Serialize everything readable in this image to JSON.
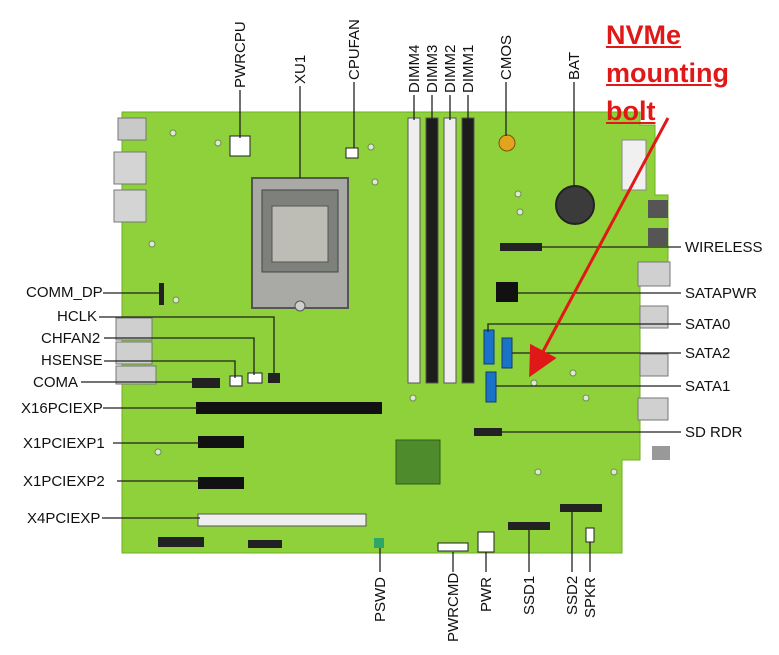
{
  "callout": {
    "lines": [
      "NVMe",
      "mounting",
      "bolt"
    ],
    "color": "#e01818"
  },
  "board_color": "#8ed13a",
  "left_labels": {
    "comm_dp": "COMM_DP",
    "hclk": "HCLK",
    "chfan2": "CHFAN2",
    "hsense": "HSENSE",
    "coma": "COMA",
    "x16pciexp": "X16PCIEXP",
    "x1pciexp1": "X1PCIEXP1",
    "x1pciexp2": "X1PCIEXP2",
    "x4pciexp": "X4PCIEXP"
  },
  "right_labels": {
    "wireless": "WIRELESS",
    "satapwr": "SATAPWR",
    "sata0": "SATA0",
    "sata2": "SATA2",
    "sata1": "SATA1",
    "sd_rdr": "SD RDR"
  },
  "top_labels": {
    "pwrcpu": "PWRCPU",
    "xu1": "XU1",
    "cpufan": "CPUFAN",
    "dimm4": "DIMM4",
    "dimm3": "DIMM3",
    "dimm2": "DIMM2",
    "dimm1": "DIMM1",
    "cmos": "CMOS",
    "bat": "BAT"
  },
  "bottom_labels": {
    "pswd": "PSWD",
    "pwrcmd": "PWRCMD",
    "pwr": "PWR",
    "ssd1": "SSD1",
    "ssd2": "SSD2",
    "spkr": "SPKR"
  }
}
